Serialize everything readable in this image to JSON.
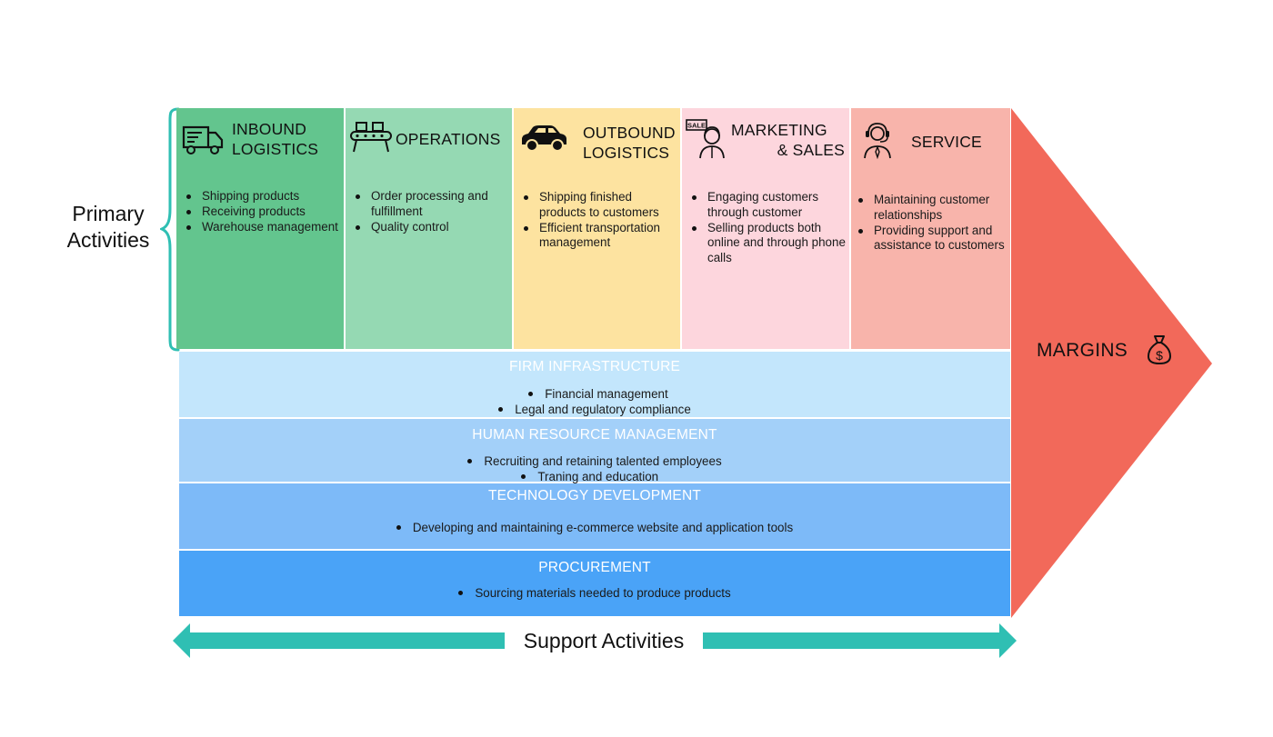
{
  "primary_label": "Primary Activities",
  "primary_columns": [
    {
      "id": "inbound",
      "title_lines": [
        "INBOUND",
        "LOGISTICS"
      ],
      "icon": "truck-icon",
      "color": "#63c58e",
      "items": [
        "Shipping products",
        "Receiving products",
        "Warehouse management"
      ]
    },
    {
      "id": "operations",
      "title_lines": [
        "OPERATIONS"
      ],
      "icon": "conveyor-icon",
      "color": "#95d9b3",
      "items": [
        "Order processing and fulfillment",
        "Quality control"
      ]
    },
    {
      "id": "outbound",
      "title_lines": [
        "OUTBOUND",
        "LOGISTICS"
      ],
      "icon": "car-icon",
      "color": "#fde3a0",
      "items": [
        "Shipping finished products to customers",
        "Efficient transportation management"
      ]
    },
    {
      "id": "marketing",
      "title_lines": [
        "MARKETING",
        "& SALES"
      ],
      "icon": "salesperson-icon",
      "color": "#fdd6dd",
      "items": [
        "Engaging customers through customer",
        "Selling products both online and through phone calls"
      ]
    },
    {
      "id": "service",
      "title_lines": [
        "SERVICE"
      ],
      "icon": "headset-agent-icon",
      "color": "#f8b4ab",
      "items": [
        "Maintaining customer relationships",
        "Providing support and assistance to customers"
      ]
    }
  ],
  "support_bands": [
    {
      "id": "firm-infrastructure",
      "title": "FIRM INFRASTRUCTURE",
      "color": "#c3e6fc",
      "items": [
        "Financial management",
        "Legal and regulatory compliance"
      ]
    },
    {
      "id": "human-resource",
      "title": "HUMAN RESOURCE MANAGEMENT",
      "color": "#a3d0f9",
      "items": [
        "Recruiting and retaining talented employees",
        "Traning and education"
      ]
    },
    {
      "id": "technology",
      "title": "TECHNOLOGY DEVELOPMENT",
      "color": "#7dbaf8",
      "items": [
        "Developing and maintaining e-commerce website and application tools"
      ]
    },
    {
      "id": "procurement",
      "title": "PROCUREMENT",
      "color": "#4aa3f7",
      "items": [
        "Sourcing materials needed to produce products"
      ]
    }
  ],
  "margins": {
    "label": "MARGINS",
    "icon": "money-bag-icon",
    "color": "#f2695a"
  },
  "support_label": "Support  Activities",
  "colors": {
    "brace": "#2fbfb3",
    "arrow": "#2fbfb3"
  }
}
